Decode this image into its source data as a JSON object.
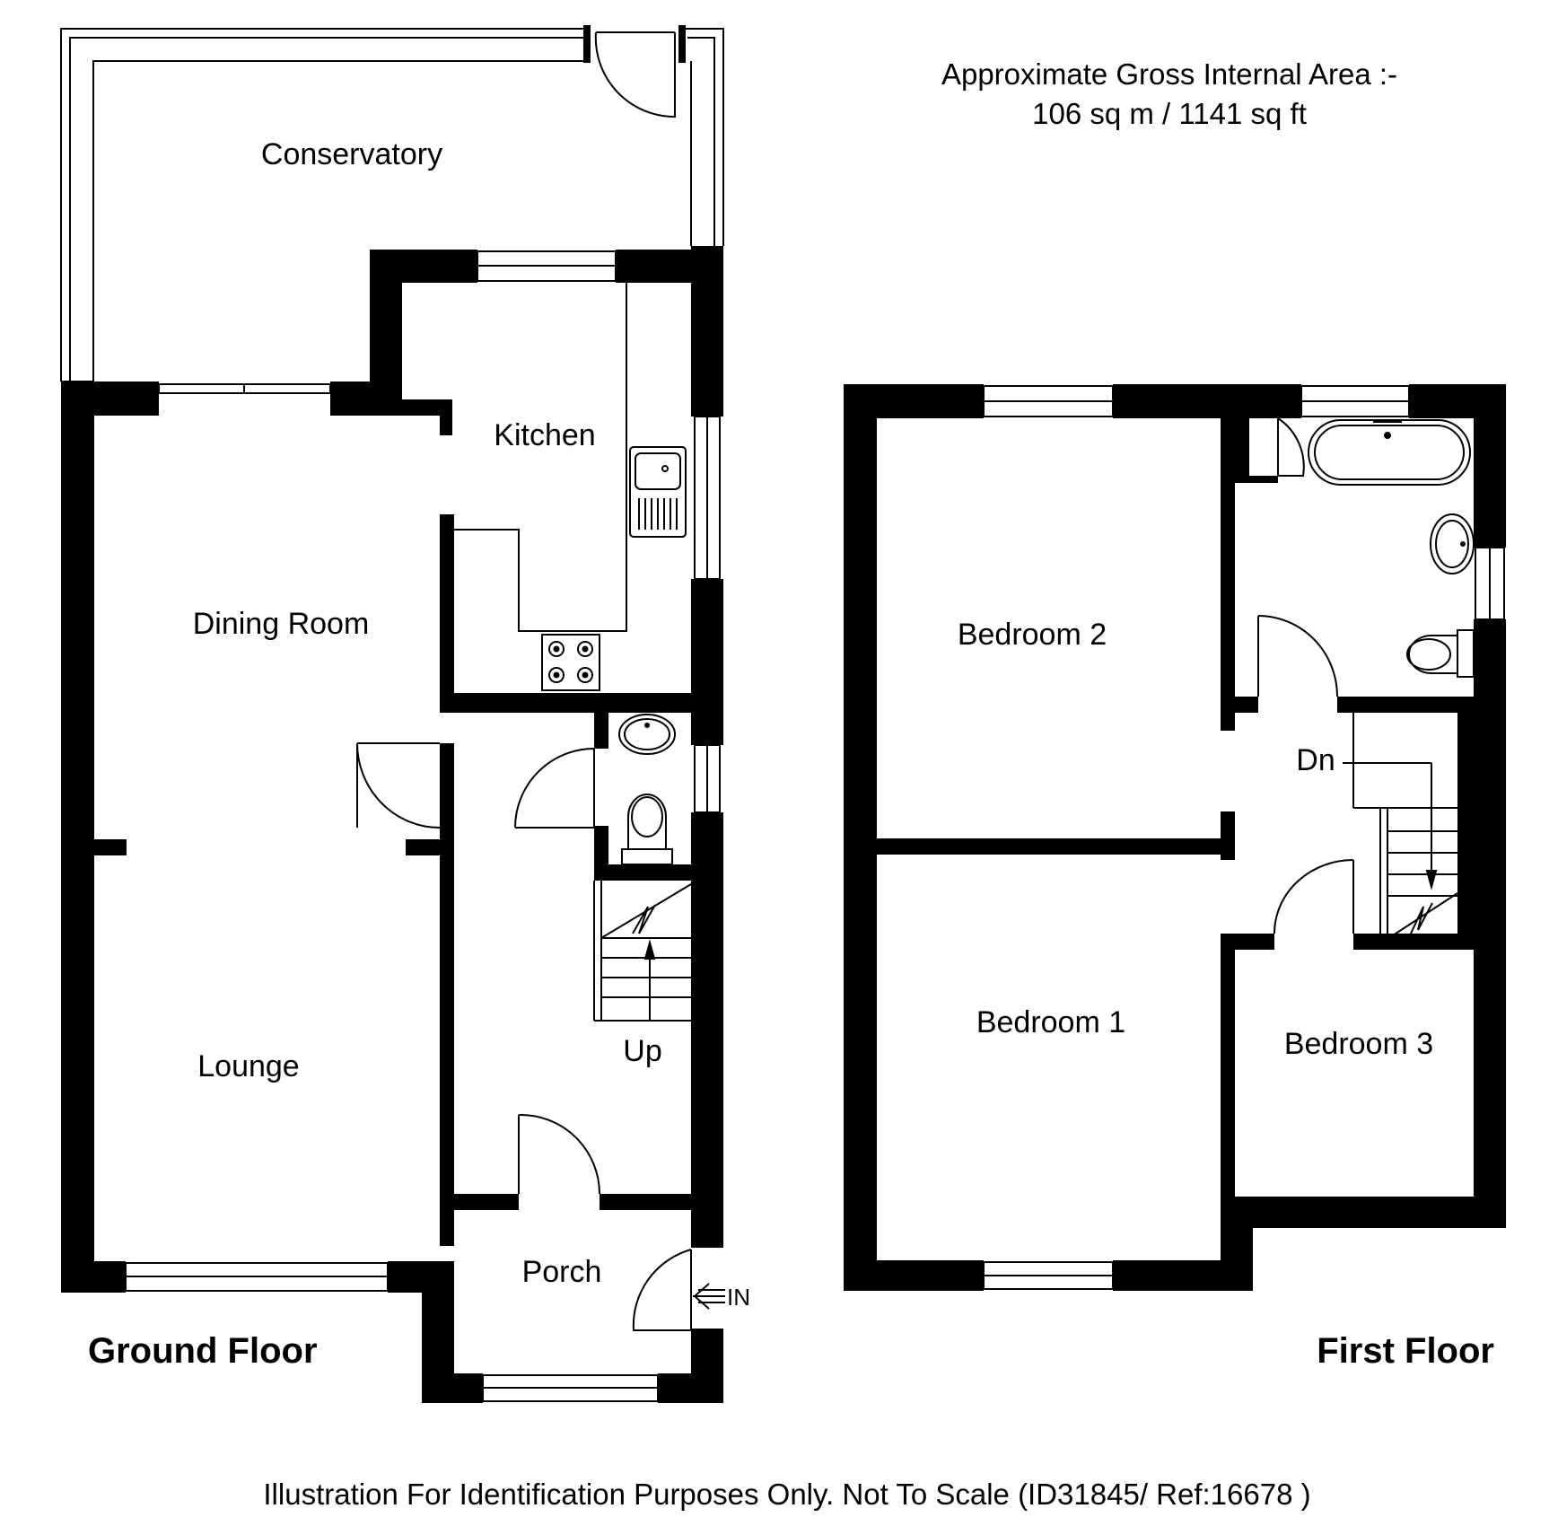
{
  "colors": {
    "wall": "#000000",
    "background": "#ffffff",
    "line": "#000000"
  },
  "header": {
    "area_line1": "Approximate Gross Internal Area  :-",
    "area_line2": "106 sq m / 1141 sq ft"
  },
  "ground_floor": {
    "title": "Ground Floor",
    "rooms": {
      "conservatory": "Conservatory",
      "kitchen": "Kitchen",
      "dining_room": "Dining Room",
      "lounge": "Lounge",
      "porch": "Porch"
    },
    "stairs_label": "Up",
    "entrance_label": "IN"
  },
  "first_floor": {
    "title": "First Floor",
    "rooms": {
      "bedroom_1": "Bedroom 1",
      "bedroom_2": "Bedroom 2",
      "bedroom_3": "Bedroom 3"
    },
    "stairs_label": "Dn"
  },
  "footer": {
    "disclaimer": "Illustration For Identification Purposes Only. Not To Scale (ID31845/ Ref:16678 )"
  },
  "icons": {
    "door": "door-swing-icon",
    "window": "window-icon",
    "sink": "kitchen-sink-icon",
    "hob": "hob-icon",
    "toilet": "toilet-icon",
    "basin": "wash-basin-icon",
    "bath": "bath-icon",
    "stairs": "staircase-icon",
    "arrow": "entrance-arrow-icon"
  }
}
